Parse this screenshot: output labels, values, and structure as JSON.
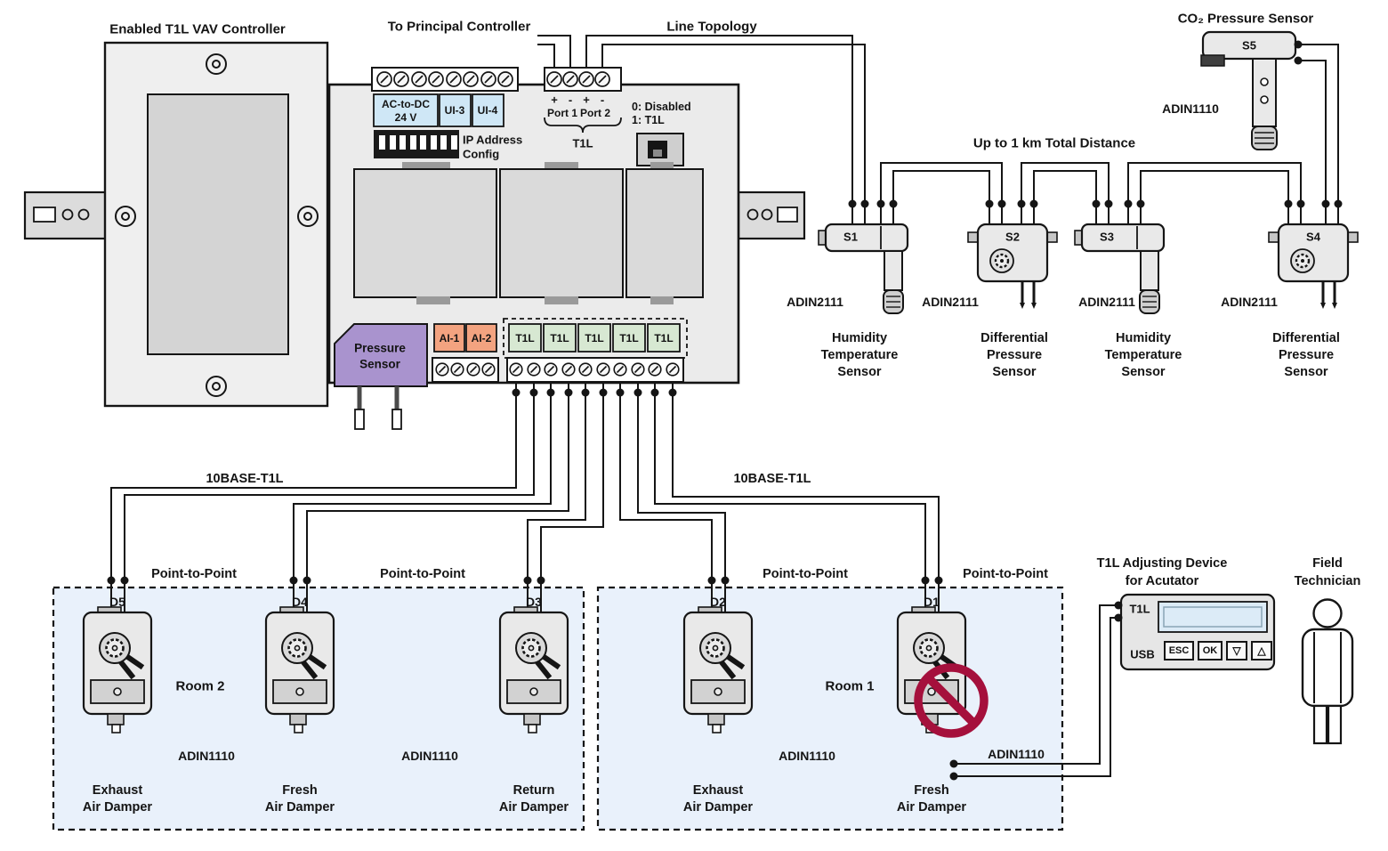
{
  "labels": {
    "controller_title": "Enabled T1L VAV Controller",
    "to_principal": "To Principal Controller",
    "line_topology": "Line Topology",
    "co2_sensor": "CO₂ Pressure Sensor",
    "distance": "Up to 1 km Total Distance",
    "tenbase_left": "10BASE-T1L",
    "tenbase_right": "10BASE-T1L",
    "p2p": [
      "Point-to-Point",
      "Point-to-Point",
      "Point-to-Point",
      "Point-to-Point"
    ]
  },
  "controller": {
    "power_line1": "AC-to-DC",
    "power_line2": "24 V",
    "ui3": "UI-3",
    "ui4": "UI-4",
    "ip_line1": "IP Address",
    "ip_line2": "Config",
    "polarity": [
      "+",
      "-",
      "+",
      "-"
    ],
    "port1": "Port 1",
    "port2": "Port 2",
    "t1l_bus": "T1L",
    "mode_line1": "0: Disabled",
    "mode_line2": "1: T1L",
    "pressure_line1": "Pressure",
    "pressure_line2": "Sensor",
    "ai1": "AI-1",
    "ai2": "AI-2",
    "t1l_ports": [
      "T1L",
      "T1L",
      "T1L",
      "T1L",
      "T1L"
    ]
  },
  "sensors": [
    {
      "id": "S1",
      "chip": "ADIN2111",
      "type1": "Humidity",
      "type2": "Temperature",
      "type3": "Sensor"
    },
    {
      "id": "S2",
      "chip": "ADIN2111",
      "type1": "Differential",
      "type2": "Pressure",
      "type3": "Sensor"
    },
    {
      "id": "S3",
      "chip": "ADIN2111",
      "type1": "Humidity",
      "type2": "Temperature",
      "type3": "Sensor"
    },
    {
      "id": "S4",
      "chip": "ADIN2111",
      "type1": "Differential",
      "type2": "Pressure",
      "type3": "Sensor"
    },
    {
      "id": "S5",
      "chip": "ADIN1110"
    }
  ],
  "rooms": [
    "Room 2",
    "Room 1"
  ],
  "dampers": [
    {
      "id": "D5",
      "chip": "ADIN1110",
      "name1": "Exhaust",
      "name2": "Air Damper"
    },
    {
      "id": "D4",
      "chip": "ADIN1110",
      "name1": "Fresh",
      "name2": "Air Damper"
    },
    {
      "id": "D3",
      "name1": "Return",
      "name2": "Air Damper"
    },
    {
      "id": "D2",
      "chip": "ADIN1110",
      "name1": "Exhaust",
      "name2": "Air Damper"
    },
    {
      "id": "D1",
      "chip": "ADIN1110",
      "name1": "Fresh",
      "name2": "Air Damper"
    }
  ],
  "adjusting_device": {
    "title1": "T1L Adjusting Device",
    "title2": "for Acutator",
    "t1l": "T1L",
    "usb": "USB",
    "btn_esc": "ESC",
    "btn_ok": "OK",
    "btn_down": "▽",
    "btn_up": "△"
  },
  "technician": {
    "line1": "Field",
    "line2": "Technician"
  }
}
